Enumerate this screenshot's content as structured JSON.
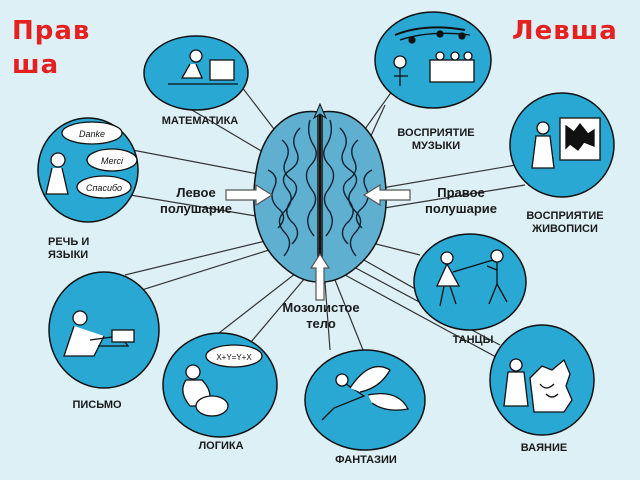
{
  "corner": {
    "left": "Правша",
    "right": "Левша"
  },
  "brain": {
    "left_hemisphere": "Левое полушарие",
    "right_hemisphere": "Правое полушарие",
    "corpus_callosum": "Мозолистое тело"
  },
  "topics": {
    "math": "Математика",
    "music": "Восприятие музыки",
    "speech": "Речь и языки",
    "painting": "Восприятие живописи",
    "dance": "Танцы",
    "writing": "Письмо",
    "logic": "Логика",
    "fantasy": "Фантазии",
    "sculpture": "Ваяние"
  },
  "bubbles": {
    "danke": "Danke",
    "merci": "Merci",
    "spasibo": "Спасибо",
    "formula": "X+Y=Y+X"
  },
  "colors": {
    "circle": "#2aa8d4",
    "brain": "#5fb0d0",
    "red": "#e52020",
    "background": "#ddf0f5"
  }
}
